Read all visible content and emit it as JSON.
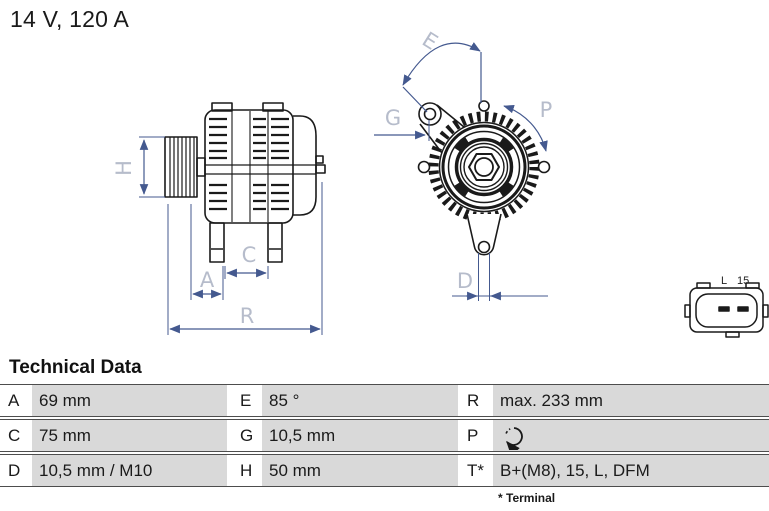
{
  "title": "14 V, 120 A",
  "diagram": {
    "dimension_labels": {
      "H": "H",
      "A": "A",
      "C": "C",
      "R": "R",
      "E": "E",
      "G": "G",
      "P": "P",
      "D": "D"
    },
    "connector": {
      "pin_left_label": "L",
      "pin_right_label": "15"
    },
    "colors": {
      "dimension_line": "#44598f",
      "dimension_label": "#b6bccb",
      "drawing_line": "#1a1a1a",
      "table_row_bg": "#d9d9d9",
      "table_border": "#4d4d4d"
    }
  },
  "technical_data": {
    "heading": "Technical Data",
    "rows": [
      [
        {
          "label": "A",
          "value": "69 mm"
        },
        {
          "label": "E",
          "value": "85 °"
        },
        {
          "label": "R",
          "value": "max. 233 mm"
        }
      ],
      [
        {
          "label": "C",
          "value": "75 mm"
        },
        {
          "label": "G",
          "value": "10,5 mm"
        },
        {
          "label": "P",
          "value": "",
          "value_icon": "rotation-direction-icon"
        }
      ],
      [
        {
          "label": "D",
          "value": "10,5 mm / M10"
        },
        {
          "label": "H",
          "value": "50 mm"
        },
        {
          "label": "T*",
          "value": "B+(M8), 15, L, DFM"
        }
      ]
    ],
    "footnote": "* Terminal"
  }
}
